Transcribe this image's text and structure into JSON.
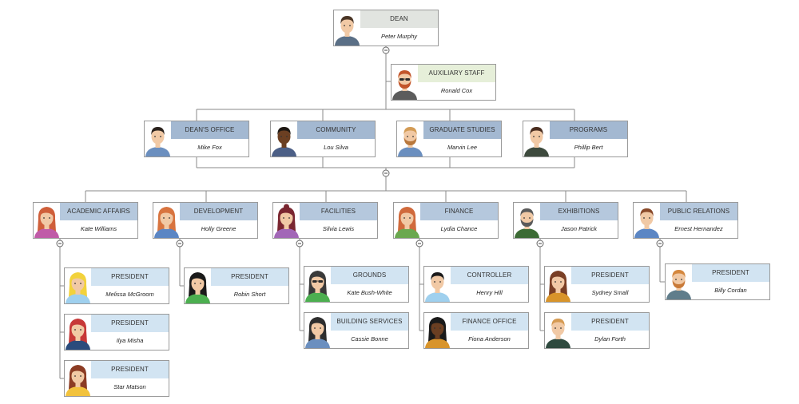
{
  "colors": {
    "dean_header": "#e1e4e0",
    "aux_header": "#e6efd9",
    "level2_header": "#a3b8d1",
    "level3_header": "#b5c8dd",
    "level4_header": "#d2e4f2"
  },
  "nodes": {
    "dean": {
      "title": "DEAN",
      "name": "Peter Murphy",
      "icon": "person-male-icon"
    },
    "aux": {
      "title": "AUXILIARY STAFF",
      "name": "Ronald Cox",
      "icon": "person-bearded-sunglasses-icon"
    },
    "deans_office": {
      "title": "DEAN'S OFFICE",
      "name": "Mike Fox",
      "icon": "person-male-icon"
    },
    "community": {
      "title": "COMMUNITY",
      "name": "Lou Silva",
      "icon": "person-male-icon"
    },
    "graduate": {
      "title": "GRADUATE STUDIES",
      "name": "Marvin Lee",
      "icon": "person-bearded-icon"
    },
    "programs": {
      "title": "PROGRAMS",
      "name": "Phillip Bert",
      "icon": "person-male-icon"
    },
    "academic": {
      "title": "ACADEMIC AFFAIRS",
      "name": "Kate Williams",
      "icon": "person-female-icon"
    },
    "development": {
      "title": "DEVELOPMENT",
      "name": "Holly Greene",
      "icon": "person-female-icon"
    },
    "facilities": {
      "title": "FACILITIES",
      "name": "Silvia Lewis",
      "icon": "person-female-icon"
    },
    "finance": {
      "title": "FINANCE",
      "name": "Lydia Chance",
      "icon": "person-female-icon"
    },
    "exhibitions": {
      "title": "EXHIBITIONS",
      "name": "Jason Patrick",
      "icon": "person-bearded-icon"
    },
    "pr": {
      "title": "PUBLIC RELATIONS",
      "name": "Ernest Hernandez",
      "icon": "person-male-icon"
    },
    "p_melissa": {
      "title": "PRESIDENT",
      "name": "Melissa McGroom",
      "icon": "person-female-icon"
    },
    "p_ilya": {
      "title": "PRESIDENT",
      "name": "Ilya Misha",
      "icon": "person-female-icon"
    },
    "p_star": {
      "title": "PRESIDENT",
      "name": "Star Matson",
      "icon": "person-female-icon"
    },
    "p_robin": {
      "title": "PRESIDENT",
      "name": "Robin Short",
      "icon": "person-female-icon"
    },
    "grounds": {
      "title": "GROUNDS",
      "name": "Kate Bush-White",
      "icon": "person-female-sunglasses-icon"
    },
    "building": {
      "title": "BUILDING SERVICES",
      "name": "Cassie Bonne",
      "icon": "person-female-icon"
    },
    "controller": {
      "title": "CONTROLLER",
      "name": "Henry Hill",
      "icon": "person-male-icon"
    },
    "fin_office": {
      "title": "FINANCE OFFICE",
      "name": "Fiona Anderson",
      "icon": "person-female-icon"
    },
    "p_sydney": {
      "title": "PRESIDENT",
      "name": "Sydney Small",
      "icon": "person-female-icon"
    },
    "p_dylan": {
      "title": "PRESIDENT",
      "name": "Dylan Forth",
      "icon": "person-male-icon"
    },
    "p_billy": {
      "title": "PRESIDENT",
      "name": "Billy Cordan",
      "icon": "person-bearded-icon"
    }
  }
}
